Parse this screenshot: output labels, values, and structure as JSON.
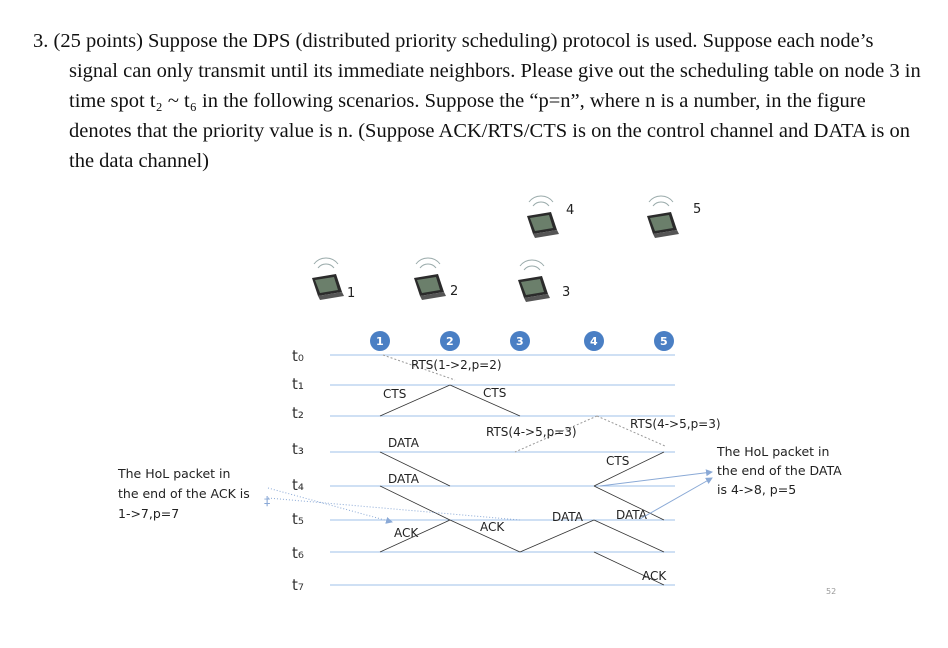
{
  "question": {
    "number": "3.",
    "points": "(25 points)",
    "text": "Suppose the DPS (distributed priority scheduling) protocol is used. Suppose each node’s signal can only transmit until its immediate neighbors. Please give out the scheduling table on node 3 in time spot t₂ ~ t₆ in the following scenarios.  Suppose the “p=n”, where n is a number, in the figure denotes that the priority value is n. (Suppose ACK/RTS/CTS is on the control channel and DATA is on the data channel)"
  },
  "figure": {
    "topology_nodes": [
      "1",
      "2",
      "3",
      "4",
      "5"
    ],
    "column_nodes": [
      "1",
      "2",
      "3",
      "4",
      "5"
    ],
    "time_labels": [
      "t₀",
      "t₁",
      "t₂",
      "t₃",
      "t₄",
      "t₅",
      "t₆",
      "t₇"
    ],
    "messages": {
      "rts12": "RTS(1->2,p=2)",
      "cts1": "CTS",
      "cts3": "CTS",
      "rts45a": "RTS(4->5,p=3)",
      "rts45b": "RTS(4->5,p=3)",
      "data1": "DATA",
      "cts45": "CTS",
      "data2": "DATA",
      "data3": "DATA",
      "data4": "DATA",
      "ack1": "ACK",
      "ack2": "ACK",
      "ack3": "ACK"
    },
    "note_left": [
      "The HoL packet in",
      "the end of the ACK is",
      "1->7,p=7"
    ],
    "note_right": [
      "The HoL packet in",
      "the end of the DATA",
      "is 4->8, p=5"
    ],
    "page_number": "52",
    "colors": {
      "node_circle": "#4a7fc4",
      "time_line": "#9fc0e8",
      "arrow": "#8aa9d6"
    }
  }
}
